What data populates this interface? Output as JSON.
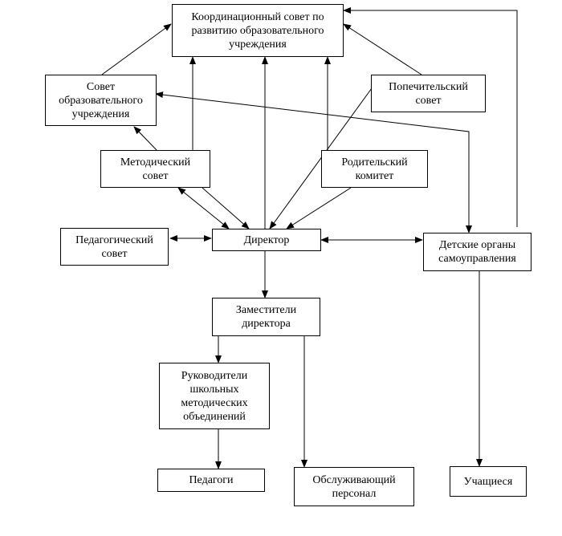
{
  "nodes": {
    "coordination": [
      "Координационный совет по",
      "развитию образовательного",
      "учреждения"
    ],
    "council": [
      "Совет",
      "образовательного",
      "учреждения"
    ],
    "trustees": [
      "Попечительский",
      "совет"
    ],
    "methodical": [
      "Методический",
      "совет"
    ],
    "parents": [
      "Родительский",
      "комитет"
    ],
    "pedagogical": [
      "Педагогический",
      "совет"
    ],
    "director": [
      "Директор"
    ],
    "children": [
      "Детские органы",
      "самоуправления"
    ],
    "deputies": [
      "Заместители",
      "директора"
    ],
    "heads": [
      "Руководители",
      "школьных",
      "методических",
      "объединений"
    ],
    "teachers": [
      "Педагоги"
    ],
    "staff": [
      "Обслуживающий",
      "персонал"
    ],
    "students": [
      "Учащиеся"
    ]
  },
  "colors": {
    "line": "#000000",
    "background": "#ffffff"
  }
}
